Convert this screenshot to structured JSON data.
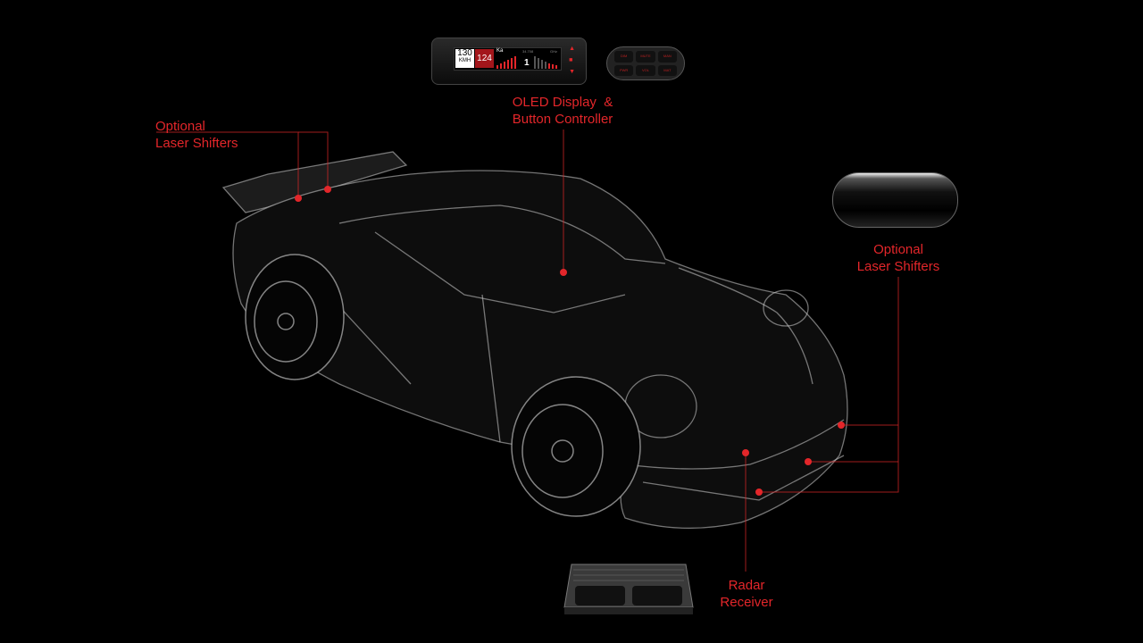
{
  "oled_display": {
    "speed": "130",
    "speed_unit": "KMH",
    "limit": "124",
    "band": "Ka",
    "frequency": "34.708",
    "freq_unit": "GHz",
    "count": "1",
    "up_arrow": "▲",
    "mid": "■",
    "down_arrow": "▼"
  },
  "controller": {
    "buttons": [
      "DIM",
      "MUTE",
      "MAN",
      "PWR",
      "VOL",
      "MAT"
    ]
  },
  "labels": {
    "laser_rear": {
      "line1": "Optional",
      "line2": "Laser Shifters"
    },
    "oled": {
      "line1": "OLED Display  &",
      "line2": "Button Controller"
    },
    "laser_front": {
      "line1": "Optional",
      "line2": "Laser Shifters"
    },
    "radar": {
      "line1": "Radar",
      "line2": "Receiver"
    }
  },
  "colors": {
    "accent": "#e3262a",
    "background": "#000000"
  }
}
